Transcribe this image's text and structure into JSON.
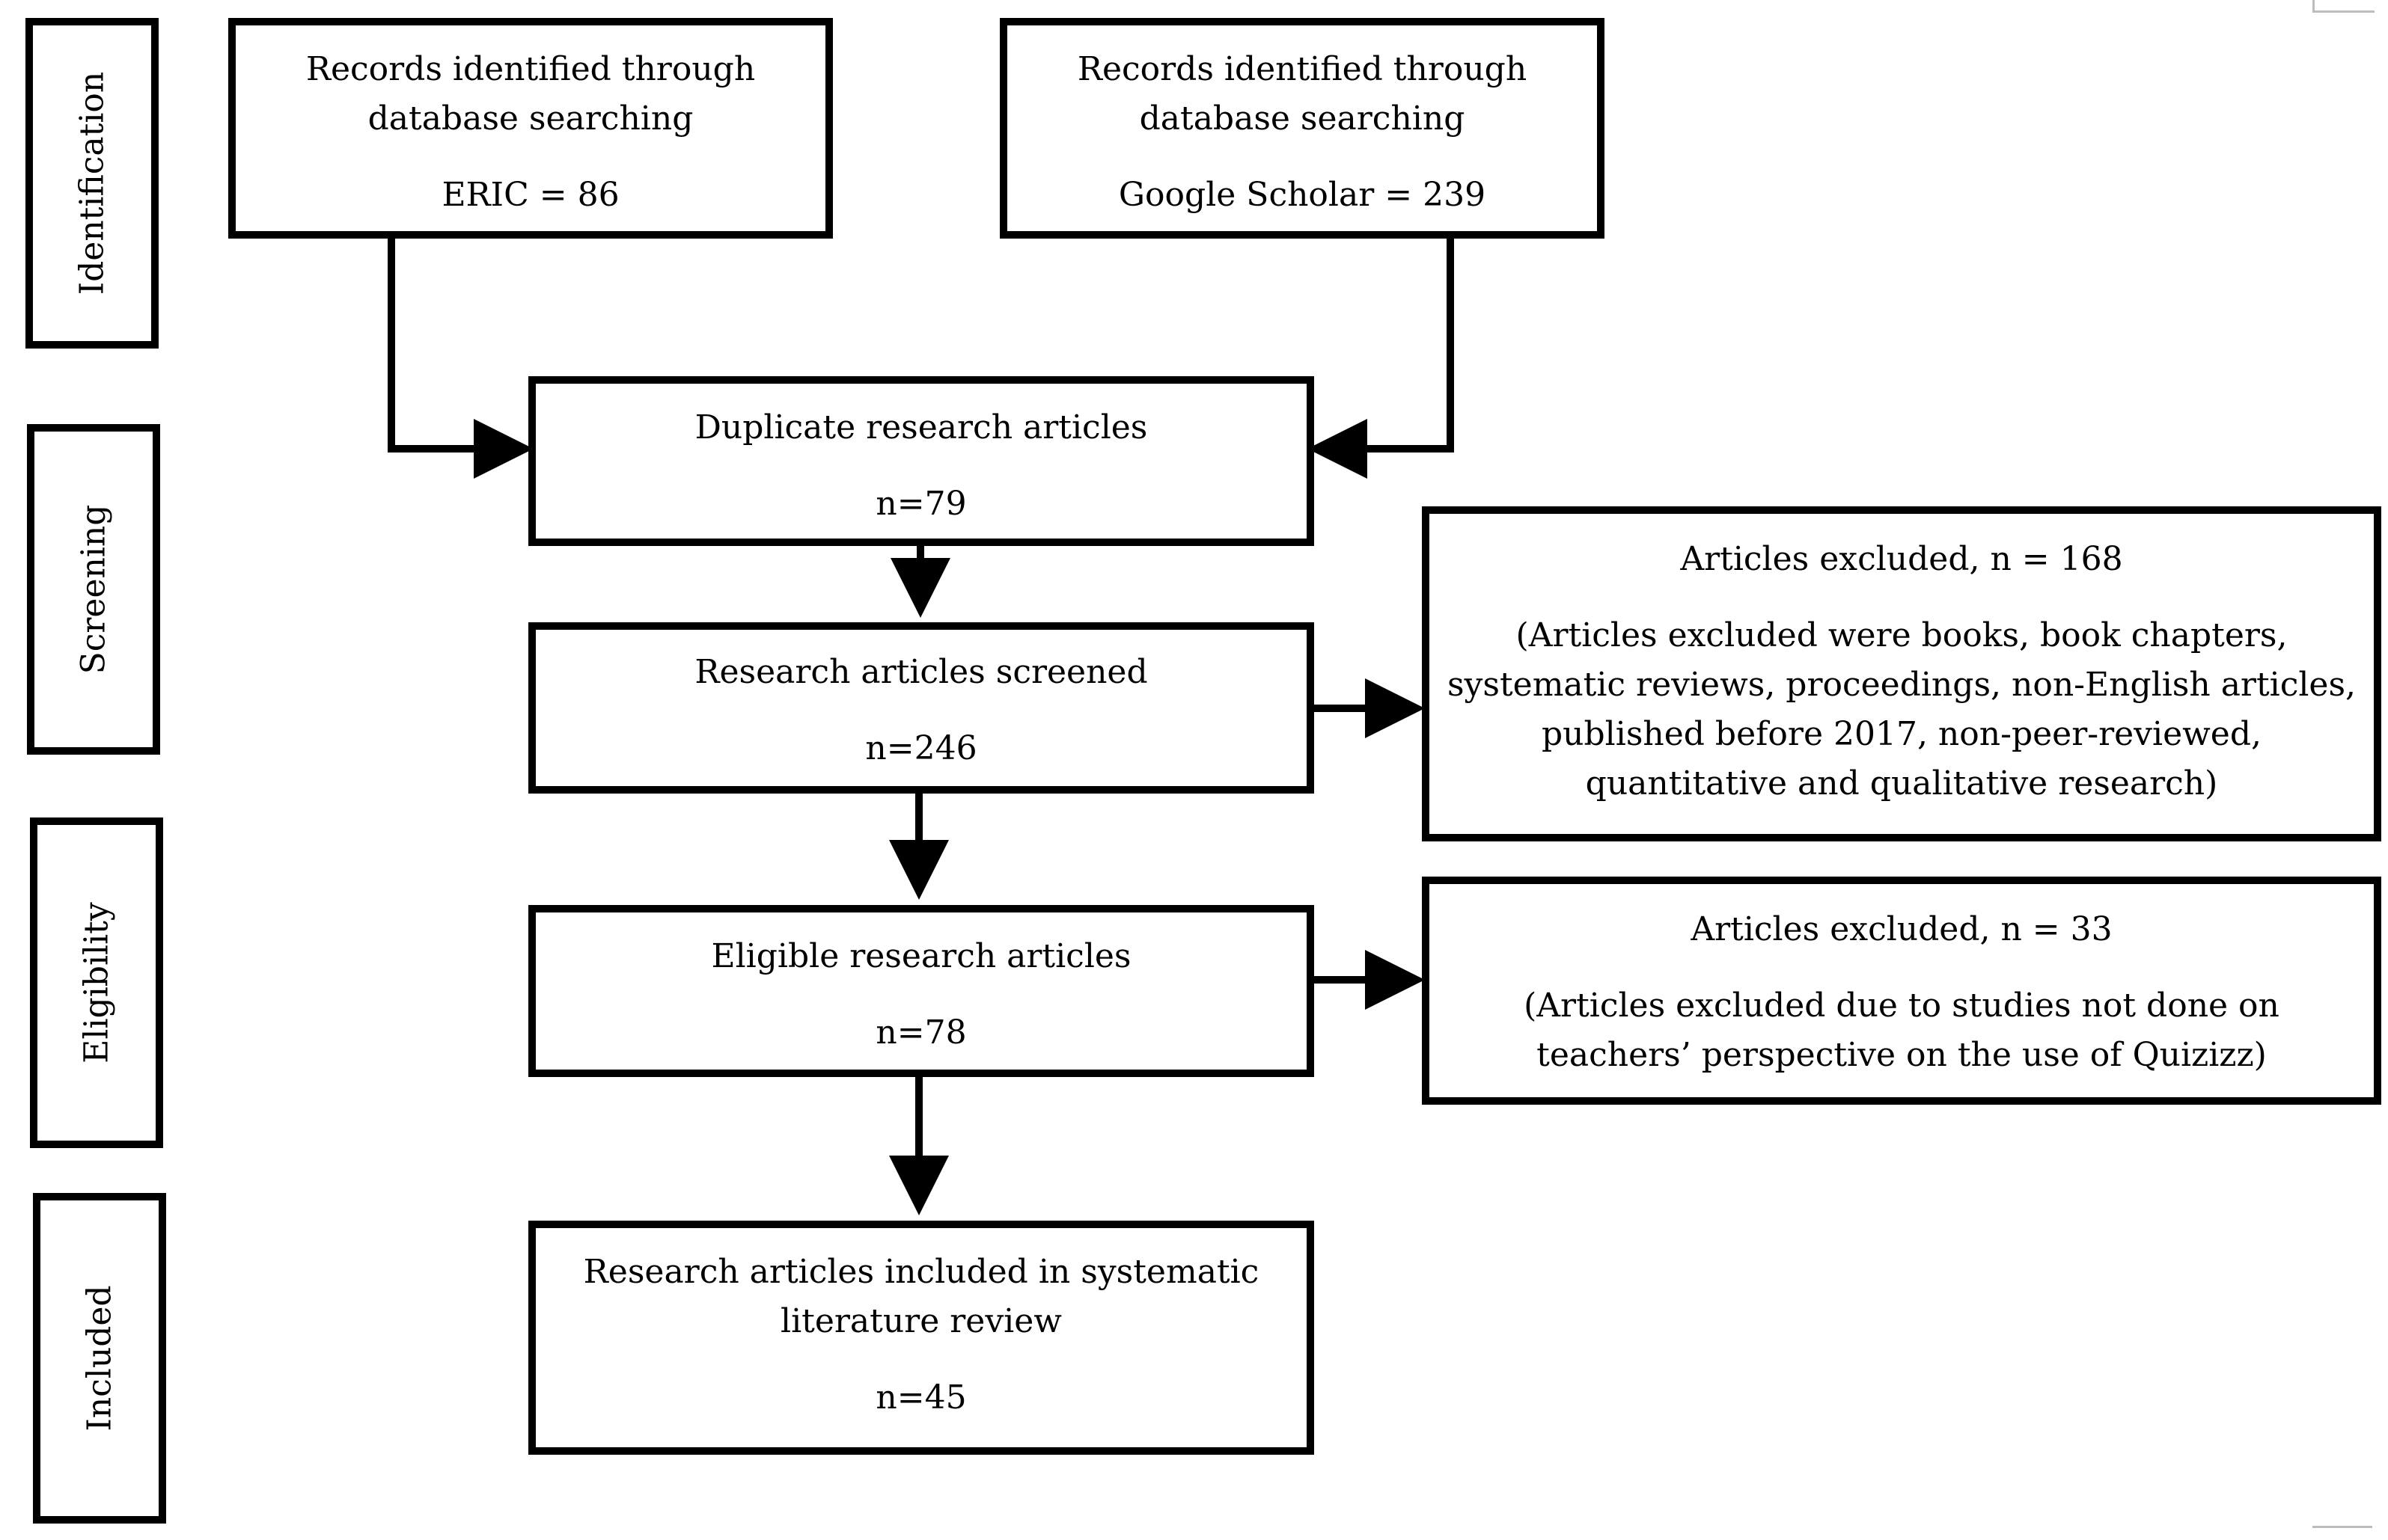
{
  "stages": {
    "identification": "Identification",
    "screening": "Screening",
    "eligibility": "Eligibility",
    "included": "Included"
  },
  "boxes": {
    "eric": {
      "line1": "Records identified through",
      "line2": "database searching",
      "line3": "ERIC = 86"
    },
    "scholar": {
      "line1": "Records identified through",
      "line2": "database searching",
      "line3": "Google Scholar = 239"
    },
    "duplicates": {
      "title": "Duplicate research articles",
      "count": "n=79"
    },
    "screened": {
      "title": "Research articles screened",
      "count": "n=246"
    },
    "excluded_screening": {
      "title": "Articles excluded, n = 168",
      "reason1": "(Articles excluded were books, book chapters,",
      "reason2": "systematic reviews, proceedings, non-English articles,",
      "reason3": "published before 2017, non-peer-reviewed,",
      "reason4": "quantitative and qualitative research)"
    },
    "eligible": {
      "title": "Eligible research articles",
      "count": "n=78"
    },
    "excluded_eligibility": {
      "title": "Articles excluded, n = 33",
      "reason1": "(Articles excluded due to studies not done on",
      "reason2": "teachers’ perspective on the use of Quizizz)"
    },
    "included": {
      "line1": "Research articles included in systematic",
      "line2": "literature review",
      "count": "n=45"
    }
  },
  "colors": {
    "line": "#000000",
    "background": "#ffffff"
  }
}
